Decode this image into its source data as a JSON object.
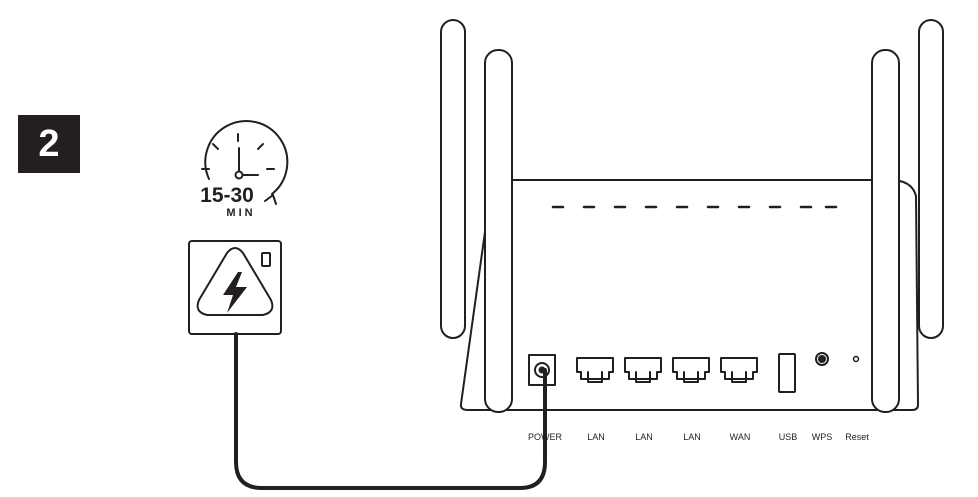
{
  "step": {
    "number": "2"
  },
  "timer": {
    "duration": "15-30",
    "unit": "MIN"
  },
  "router": {
    "ports": [
      {
        "label": "POWER"
      },
      {
        "label": "LAN"
      },
      {
        "label": "LAN"
      },
      {
        "label": "LAN"
      },
      {
        "label": "WAN"
      },
      {
        "label": "USB"
      },
      {
        "label": "WPS"
      },
      {
        "label": "Reset"
      }
    ]
  },
  "colors": {
    "ink": "#231f20",
    "background": "#ffffff"
  }
}
